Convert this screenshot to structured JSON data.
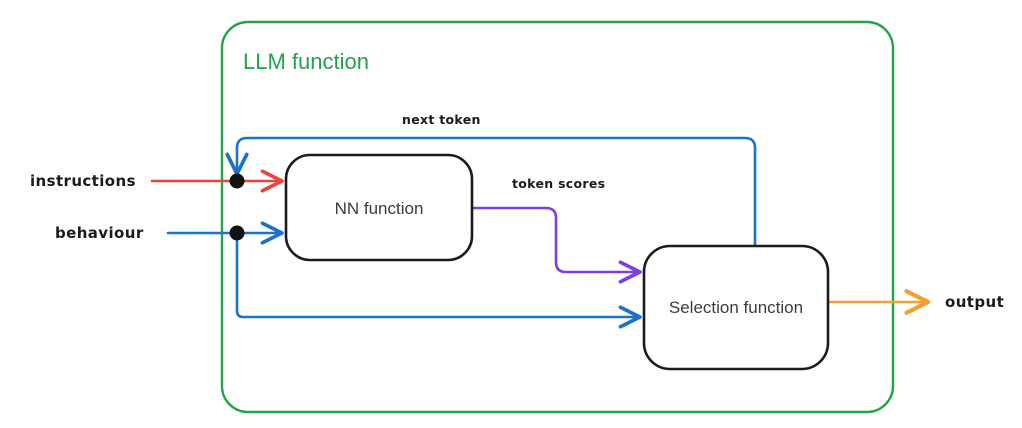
{
  "diagram": {
    "title": "LLM function",
    "container": {
      "label": "LLM function",
      "color": "#22a34a"
    },
    "nodes": [
      {
        "id": "nn",
        "label": "NN function",
        "color": "#1b1b1b"
      },
      {
        "id": "selection",
        "label": "Selection function",
        "color": "#1b1b1b"
      }
    ],
    "inputs": [
      {
        "id": "instructions",
        "label": "instructions",
        "color": "#e8453c"
      },
      {
        "id": "behaviour",
        "label": "behaviour",
        "color": "#1a73c8"
      }
    ],
    "outputs": [
      {
        "id": "output",
        "label": "output",
        "color": "#f5a02a"
      }
    ],
    "edge_labels": [
      {
        "id": "next-token",
        "label": "next token",
        "color": "#1a73c8"
      },
      {
        "id": "token-scores",
        "label": "token scores",
        "color": "#7b3fe4"
      }
    ],
    "colors": {
      "green": "#22a34a",
      "red": "#e8453c",
      "blue": "#1a73c8",
      "purple": "#7b3fe4",
      "orange": "#f5a02a",
      "black": "#1b1b1b",
      "text_gray": "#3c3c3c",
      "background": "#ffffff"
    }
  }
}
